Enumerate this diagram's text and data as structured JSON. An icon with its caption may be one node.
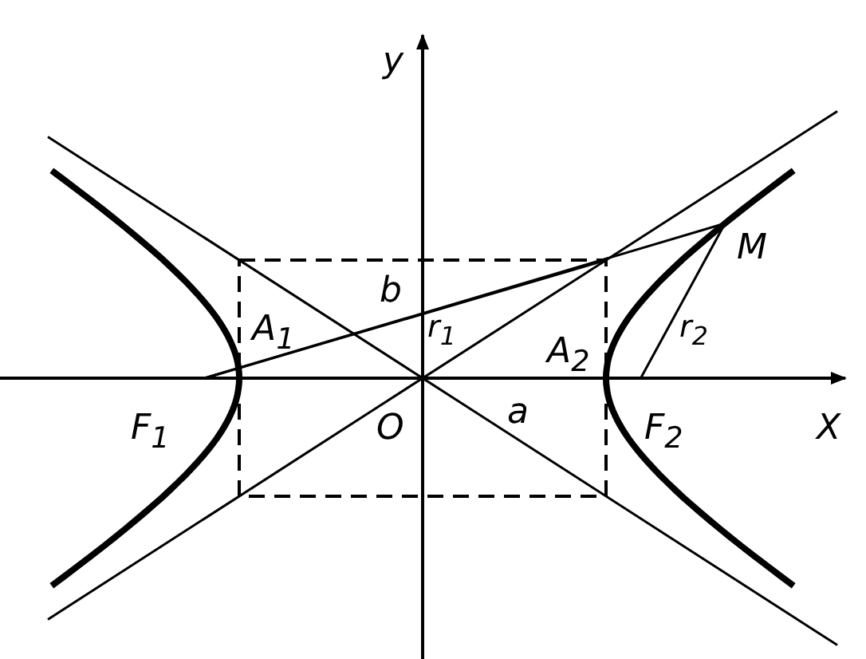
{
  "diagram": {
    "nodes": [
      {
        "text": [
          "F$_{1}$"
        ]
      },
      {
        "text": [
          "F$_{2}$"
        ]
      },
      {
        "text": [
          "M"
        ]
      }
    ],
    "edges": [
      {
        "from": 0,
        "to": 2,
        "arrow": "none",
        "label": "r$_{1}$"
      },
      {
        "from": 1,
        "to": 2,
        "arrow": "none",
        "label": "r$_{2}$"
      }
    ],
    "labels": [
      "y",
      "X",
      "b",
      "A$_{1}$",
      "A$_{2}$",
      "a",
      "O"
    ]
  }
}
